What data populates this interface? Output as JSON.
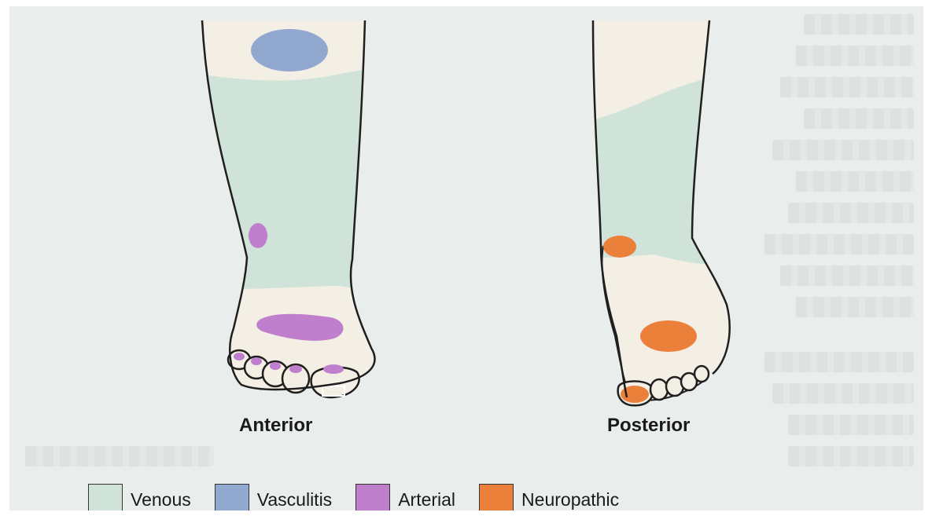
{
  "captions": {
    "anterior": "Anterior",
    "posterior": "Posterior"
  },
  "legend": [
    {
      "label": "Venous",
      "color": "#cfe3d8"
    },
    {
      "label": "Vasculitis",
      "color": "#91a9cf"
    },
    {
      "label": "Arterial",
      "color": "#c07fcc"
    },
    {
      "label": "Neuropathic",
      "color": "#ea8039"
    }
  ],
  "colors": {
    "skin": "#f3efe4",
    "outline": "#1f1f1f",
    "page": "#e9edec"
  }
}
